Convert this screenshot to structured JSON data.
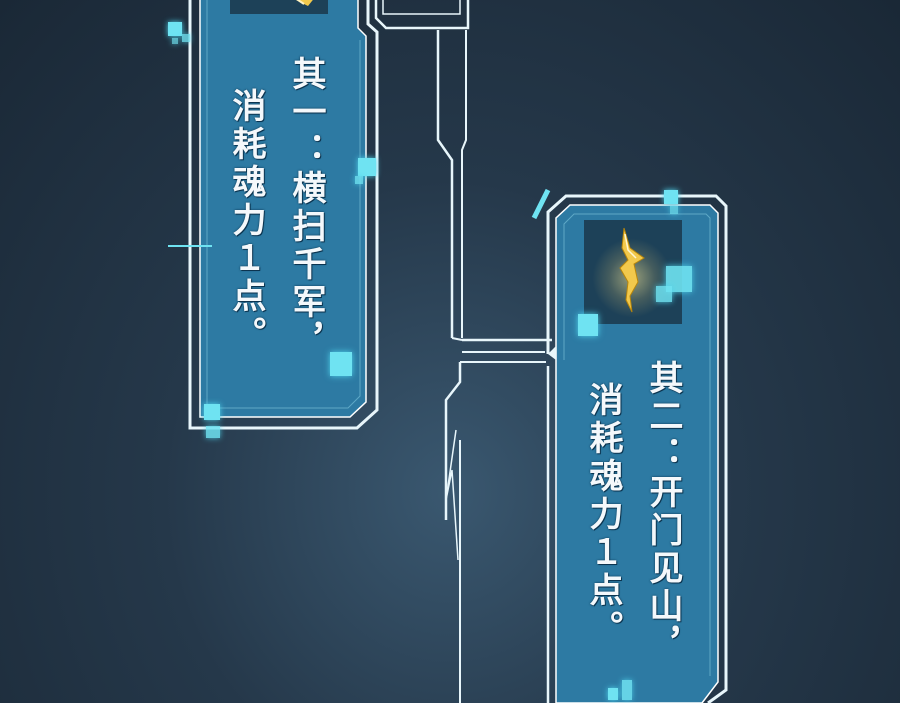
{
  "colors": {
    "background": "#25384a",
    "panel_fill": "#2d7aa3",
    "panel_border": "#e8f6fb",
    "accent_cyan": "#6fe3f2",
    "icon_gold": "#f2c94c",
    "text": "#f4f8fb"
  },
  "icons": {
    "skill_icon_top": "golden-sword-slash-icon",
    "skill_icon_main": "golden-blade-icon"
  },
  "card_one": {
    "line1": "其一：横扫千军，",
    "line2": "消耗魂力１点。"
  },
  "card_two": {
    "line1": "其二：开门见山，",
    "line2": "消耗魂力１点。"
  }
}
